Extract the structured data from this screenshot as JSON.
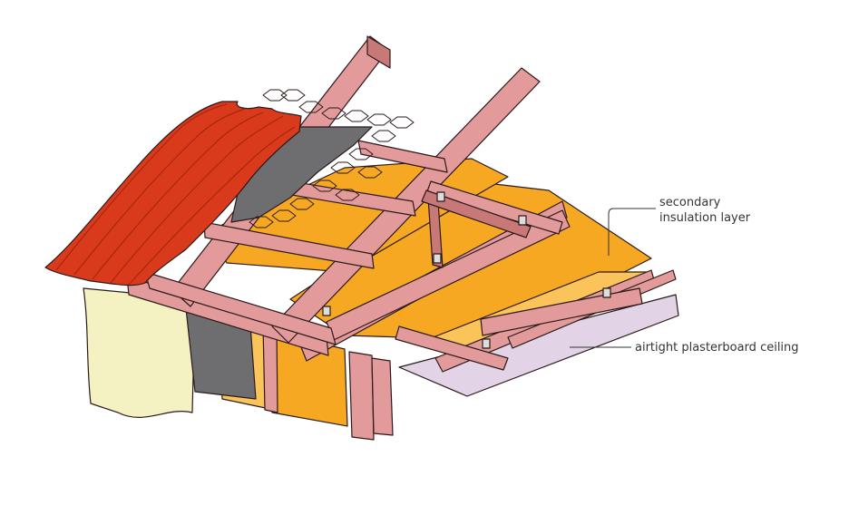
{
  "labels": {
    "secondary_insulation_line1": "secondary",
    "secondary_insulation_line2": "insulation layer",
    "plasterboard_ceiling": "airtight plasterboard ceiling"
  },
  "colors": {
    "timber": "#e39a9a",
    "timber_dark": "#c97878",
    "insulation": "#f7a823",
    "insulation_light": "#fbc45a",
    "roof_sheet": "#d93a1c",
    "roof_sheet_dark": "#a82610",
    "underlay": "#6e6e70",
    "plasterboard": "#e2d4e6",
    "wall_lining": "#f4f1c2",
    "outline": "#2b1a1a"
  }
}
